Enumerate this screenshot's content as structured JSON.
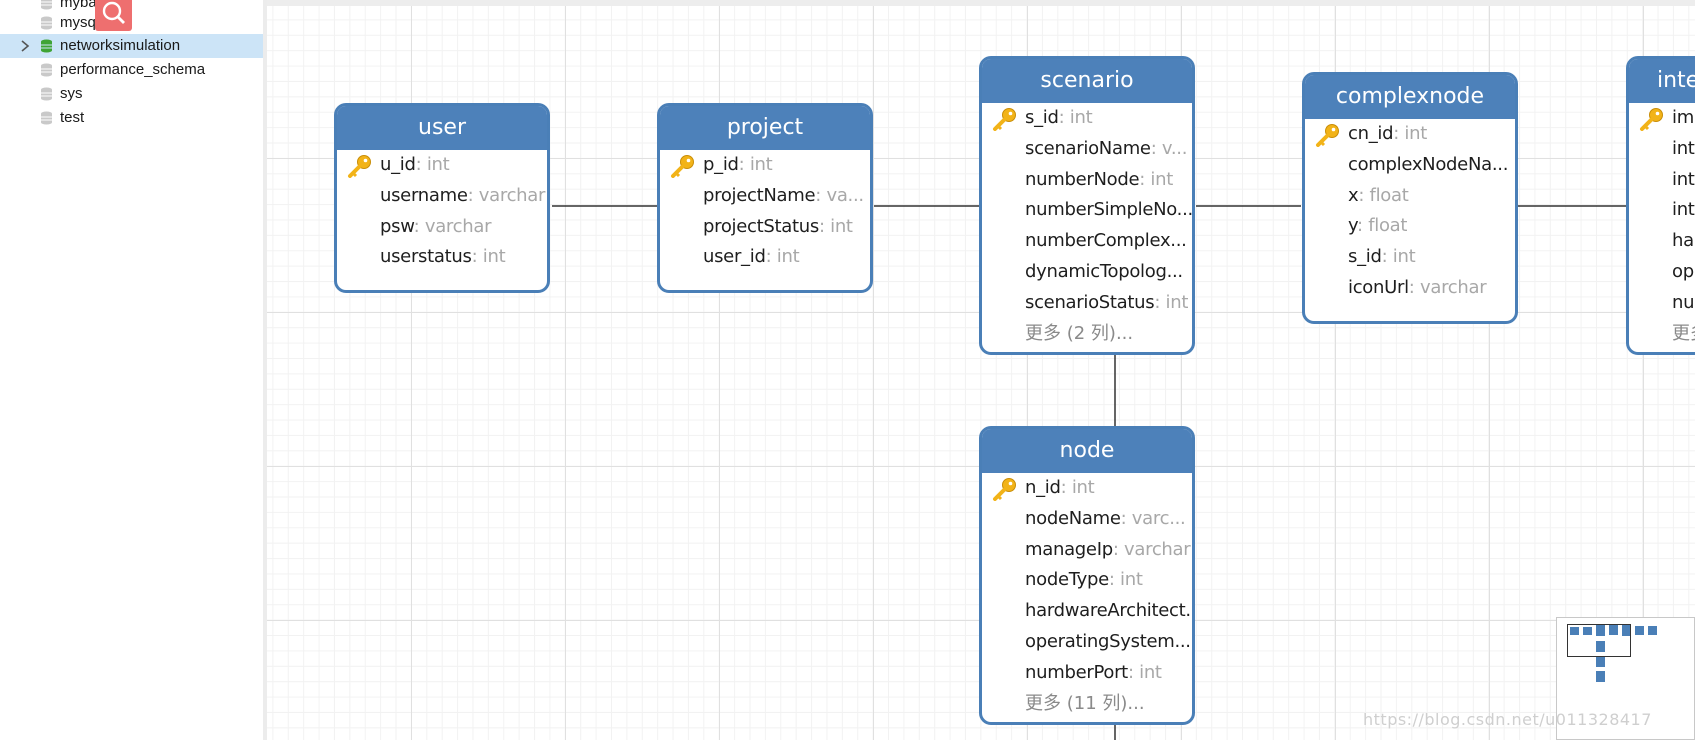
{
  "sidebar": {
    "items": [
      {
        "label": "mybatis",
        "selected": false,
        "icon": "database-icon-gray"
      },
      {
        "label": "mysql",
        "selected": false,
        "icon": "database-icon-gray"
      },
      {
        "label": "networksimulation",
        "selected": true,
        "icon": "database-icon-green"
      },
      {
        "label": "performance_schema",
        "selected": false,
        "icon": "database-icon-gray"
      },
      {
        "label": "sys",
        "selected": false,
        "icon": "database-icon-gray"
      },
      {
        "label": "test",
        "selected": false,
        "icon": "database-icon-gray"
      }
    ]
  },
  "colors": {
    "entity_header": "#4d81ba",
    "entity_border": "#4a7fb7",
    "selected_row": "#cce4f7",
    "field_type": "#a8a8a8",
    "key_icon": "#f2b318",
    "search_badge": "#ee6f6f"
  },
  "entities": {
    "user": {
      "title": "user",
      "fields": [
        {
          "name": "u_id",
          "type": ": int",
          "key": true
        },
        {
          "name": "username",
          "type": ": varchar"
        },
        {
          "name": "psw",
          "type": ": varchar"
        },
        {
          "name": "userstatus",
          "type": ": int"
        }
      ]
    },
    "project": {
      "title": "project",
      "fields": [
        {
          "name": "p_id",
          "type": ": int",
          "key": true
        },
        {
          "name": "projectName",
          "type": ": va..."
        },
        {
          "name": "projectStatus",
          "type": ": int"
        },
        {
          "name": "user_id",
          "type": ": int"
        }
      ]
    },
    "scenario": {
      "title": "scenario",
      "fields": [
        {
          "name": "s_id",
          "type": ": int",
          "key": true
        },
        {
          "name": "scenarioName",
          "type": ": v..."
        },
        {
          "name": "numberNode",
          "type": ": int"
        },
        {
          "name": "numberSimpleNo...",
          "type": ""
        },
        {
          "name": "numberComplex...",
          "type": ""
        },
        {
          "name": "dynamicTopolog...",
          "type": ""
        },
        {
          "name": "scenarioStatus",
          "type": ": int"
        }
      ],
      "more": "更多 (2 列)..."
    },
    "complexnode": {
      "title": "complexnode",
      "fields": [
        {
          "name": "cn_id",
          "type": ": int",
          "key": true
        },
        {
          "name": "complexNodeNa...",
          "type": ""
        },
        {
          "name": "x",
          "type": ": float"
        },
        {
          "name": "y",
          "type": ": float"
        },
        {
          "name": "s_id",
          "type": ": int"
        },
        {
          "name": "iconUrl",
          "type": ": varchar"
        }
      ]
    },
    "interface": {
      "title": "inte",
      "fields": [
        {
          "name": "im",
          "type": "",
          "key": true
        },
        {
          "name": "int",
          "type": ""
        },
        {
          "name": "int",
          "type": ""
        },
        {
          "name": "int",
          "type": ""
        },
        {
          "name": "ha",
          "type": ""
        },
        {
          "name": "op",
          "type": ""
        },
        {
          "name": "nu",
          "type": ""
        }
      ],
      "more": "更多"
    },
    "node": {
      "title": "node",
      "fields": [
        {
          "name": "n_id",
          "type": ": int",
          "key": true
        },
        {
          "name": "nodeName",
          "type": ": varc..."
        },
        {
          "name": "manageIp",
          "type": ": varchar"
        },
        {
          "name": "nodeType",
          "type": ": int"
        },
        {
          "name": "hardwareArchitect...",
          "type": ""
        },
        {
          "name": "operatingSystem...",
          "type": ""
        },
        {
          "name": "numberPort",
          "type": ": int"
        }
      ],
      "more": "更多 (11 列)..."
    }
  },
  "watermark": "https://blog.csdn.net/u011328417"
}
